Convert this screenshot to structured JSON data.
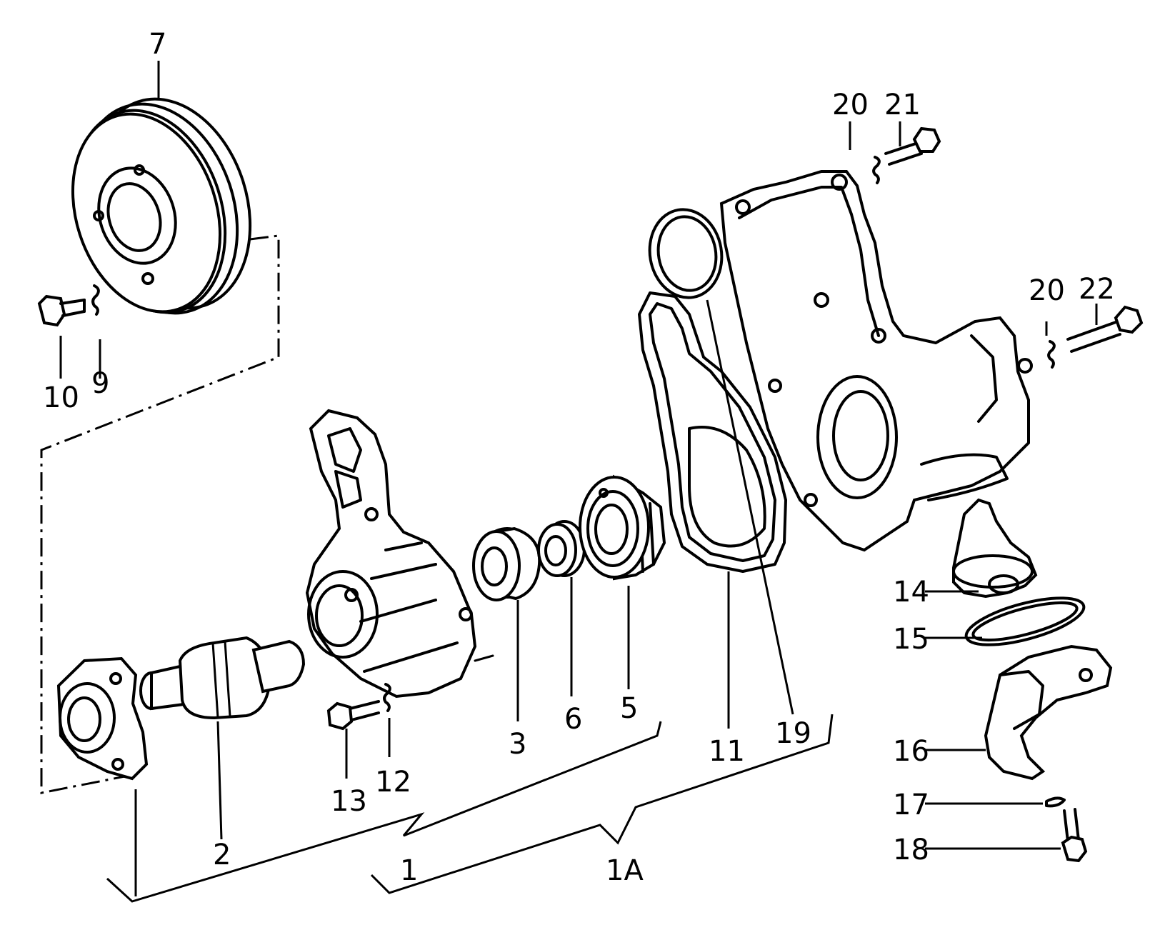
{
  "labels": {
    "l7": "7",
    "l10": "10",
    "l9": "9",
    "l20a": "20",
    "l21": "21",
    "l20b": "20",
    "l22": "22",
    "l14": "14",
    "l15": "15",
    "l16": "16",
    "l17": "17",
    "l18": "18",
    "l2": "2",
    "l13": "13",
    "l12": "12",
    "l3": "3",
    "l6": "6",
    "l5": "5",
    "l11": "11",
    "l19": "19",
    "l1": "1",
    "l1A": "1A"
  }
}
